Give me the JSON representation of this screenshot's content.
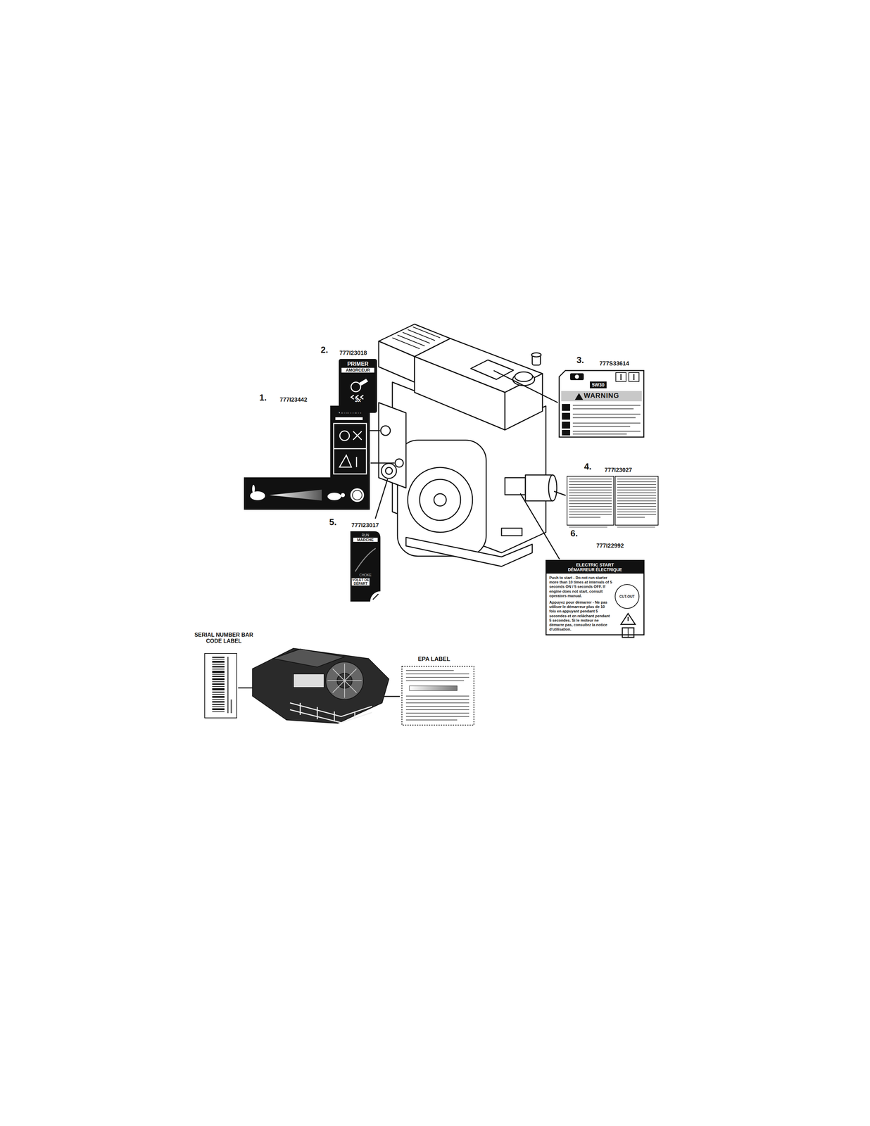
{
  "diagram": {
    "nodes": [
      {
        "text": [
          "IGNITION"
        ]
      },
      {
        "text": [
          "PRIMER",
          "AMORCEUR",
          "3x"
        ]
      },
      {
        "text": [
          "5W30",
          "WARNING"
        ]
      },
      {
        "text": [
          "RUN",
          "MARCHE",
          "CHOKE",
          "VOLET DE DÉPART"
        ]
      },
      {
        "text": [
          "ELECTRIC START",
          "DÉMARREUR ÉLECTRIQUE",
          "Push to start - Do not run starter more than 10 times at intervals of 5 seconds ON / 5 seconds OFF. If engine does not start, consult operators manual.",
          "Appuyez pour démarrer - Ne pas utiliser le démarreur plus de 10 fois en appuyant pendant 5 secondes et en relâchant pendant 5 secondes. Si le moteur ne démarre pas, consultez la notice d'utilisation."
        ]
      },
      {
        "text": [
          "CUT-OUT"
        ],
        "in": 4
      }
    ],
    "labels": [
      "1.",
      "777I23442",
      "2.",
      "777I23018",
      "3.",
      "777S33614",
      "4.",
      "777I23027",
      "5.",
      "777I23017",
      "6.",
      "777I22992",
      "SERIAL NUMBER BAR CODE LABEL",
      "EPA LABEL"
    ]
  }
}
